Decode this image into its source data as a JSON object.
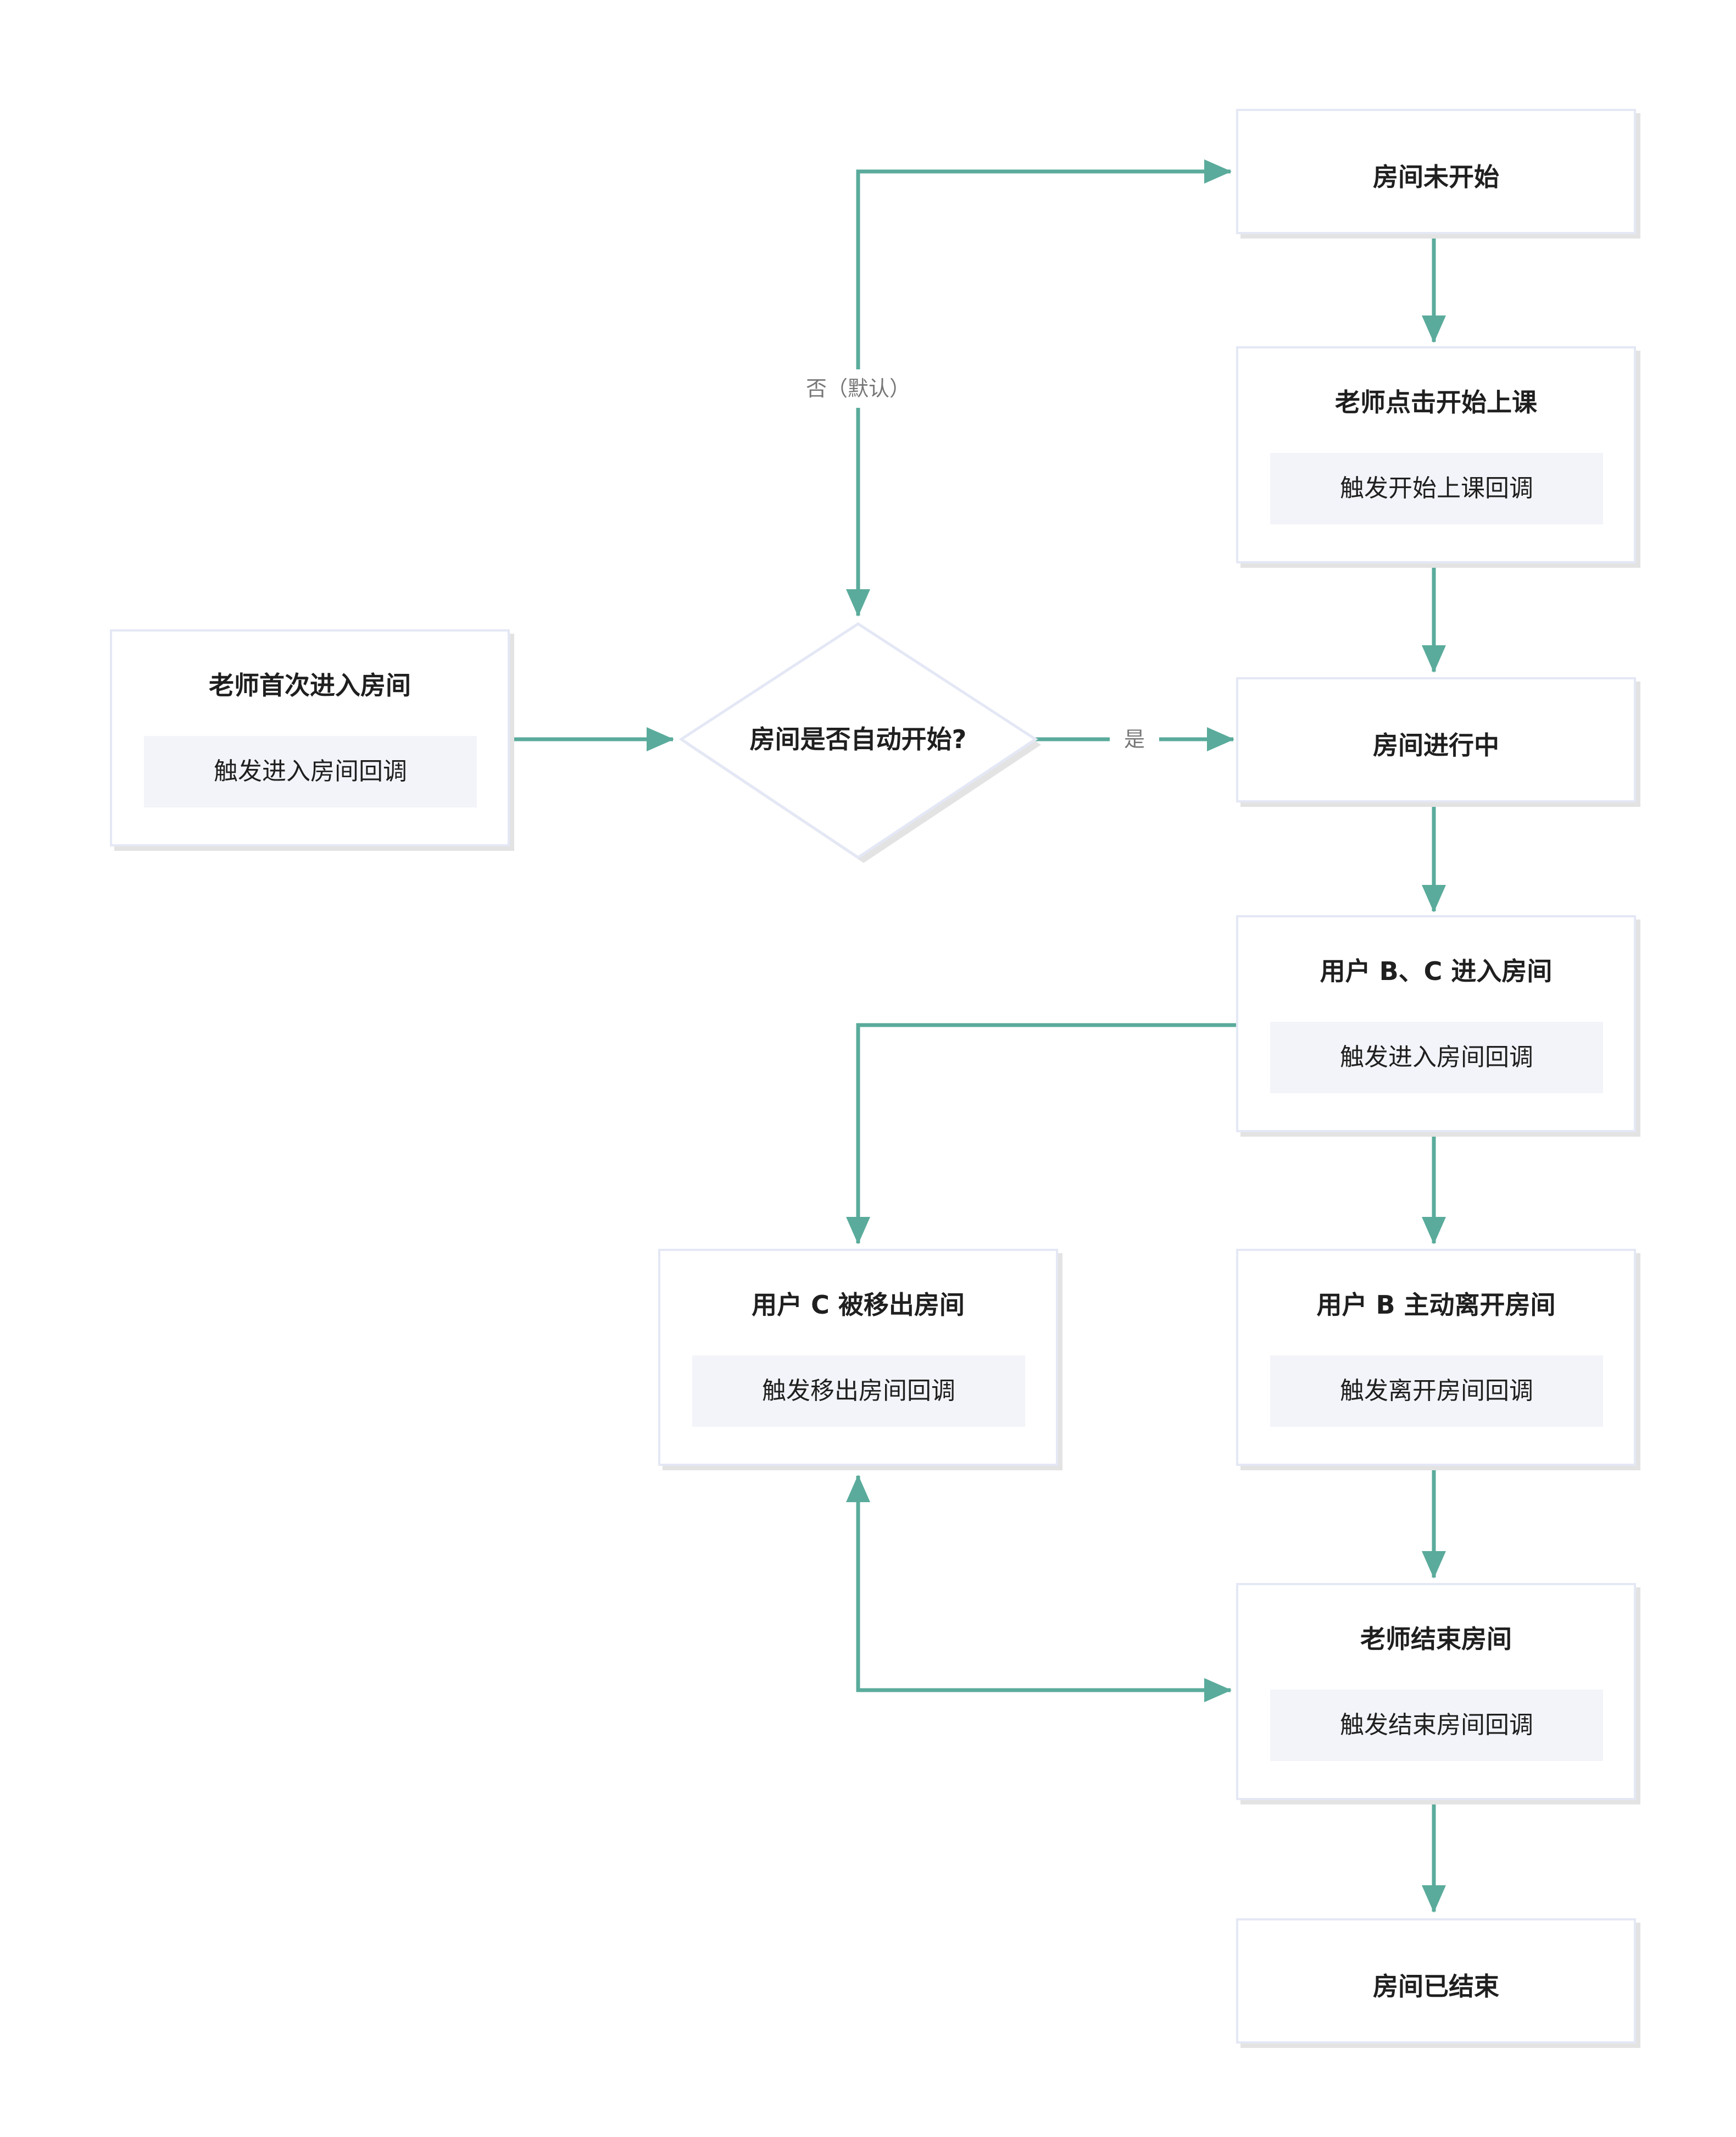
{
  "colors": {
    "arrow": "#5aab9b",
    "box_border": "#e4e8f5",
    "sub_bg": "#f3f4f9",
    "text": "#1f1f1f"
  },
  "nodes": {
    "teacher_enter": {
      "title": "老师首次进入房间",
      "sub": "触发进入房间回调"
    },
    "decision": {
      "title": "房间是否自动开始?"
    },
    "not_started": {
      "title": "房间未开始"
    },
    "teacher_start": {
      "title": "老师点击开始上课",
      "sub": "触发开始上课回调"
    },
    "in_progress": {
      "title": "房间进行中"
    },
    "users_enter": {
      "title": "用户 B、C 进入房间",
      "sub": "触发进入房间回调"
    },
    "user_c_removed": {
      "title": "用户 C 被移出房间",
      "sub": "触发移出房间回调"
    },
    "user_b_leave": {
      "title": "用户 B 主动离开房间",
      "sub": "触发离开房间回调"
    },
    "teacher_end": {
      "title": "老师结束房间",
      "sub": "触发结束房间回调"
    },
    "ended": {
      "title": "房间已结束"
    }
  },
  "edges": {
    "no_label": "否（默认）",
    "yes_label": "是"
  }
}
